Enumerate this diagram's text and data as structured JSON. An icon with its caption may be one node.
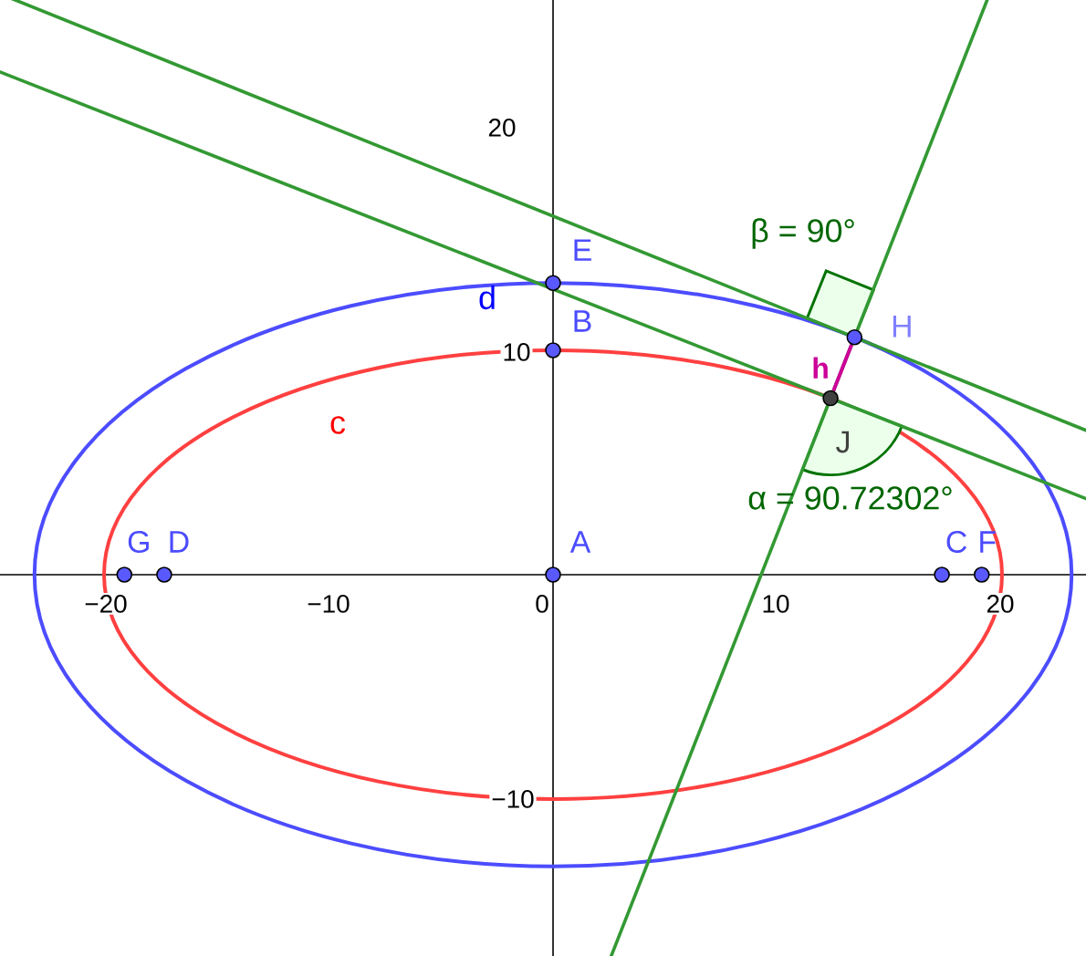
{
  "diagram": {
    "nodes": [
      {
        "text": [],
        "shape": "circle",
        "beside": [
          "E"
        ]
      },
      {
        "text": [],
        "shape": "circle",
        "beside": [
          "B"
        ]
      },
      {
        "text": [],
        "shape": "circle",
        "beside": [
          "H"
        ]
      },
      {
        "text": [],
        "shape": "circle",
        "beside": [
          "J"
        ]
      },
      {
        "text": [],
        "shape": "circle",
        "beside": [
          "G"
        ]
      },
      {
        "text": [],
        "shape": "circle",
        "beside": [
          "D"
        ]
      },
      {
        "text": [],
        "shape": "circle",
        "beside": [
          "A"
        ]
      },
      {
        "text": [],
        "shape": "circle",
        "beside": [
          "C"
        ]
      },
      {
        "text": [],
        "shape": "circle",
        "beside": [
          "F"
        ]
      }
    ],
    "edges": [
      {
        "from": 3,
        "to": 2,
        "arrow": "none",
        "label": "h",
        "color": "#cc0099"
      }
    ],
    "labels": [
      "20",
      "β = 90°",
      "d",
      "10",
      "c",
      "α = 90.72302°",
      "−20",
      "−10",
      "0",
      "10",
      "20",
      "−10"
    ]
  }
}
